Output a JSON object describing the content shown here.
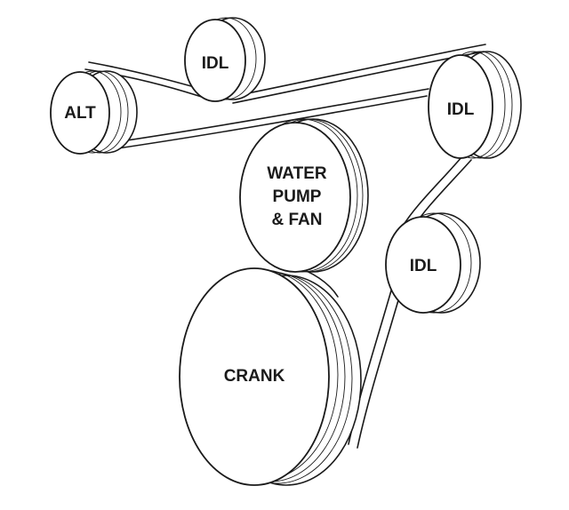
{
  "diagram": {
    "pulleys": {
      "alt": {
        "label": "ALT"
      },
      "idl_top": {
        "label": "IDL"
      },
      "idl_right": {
        "label": "IDL"
      },
      "idl_lower": {
        "label": "IDL"
      },
      "water_pump": {
        "label_lines": [
          "WATER",
          "PUMP",
          "& FAN"
        ]
      },
      "crank": {
        "label": "CRANK"
      }
    }
  }
}
